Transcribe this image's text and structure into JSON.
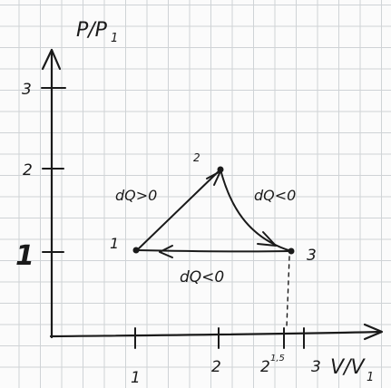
{
  "axes": {
    "y_label": "P/P",
    "y_label_sub": "1",
    "x_label": "V/V",
    "x_label_sub": "1",
    "x_ticks": [
      "1",
      "2",
      "2",
      "3"
    ],
    "x_tick_sup": "1,5",
    "y_ticks": [
      "1",
      "2",
      "3"
    ]
  },
  "points": [
    {
      "label": "1",
      "V": 1,
      "P": 1
    },
    {
      "label": "2",
      "V": 2,
      "P": 2
    },
    {
      "label": "3",
      "V": 2.87,
      "P": 1
    }
  ],
  "processes": [
    {
      "from": "1",
      "to": "2",
      "label": "dQ>0"
    },
    {
      "from": "2",
      "to": "3",
      "label": "dQ<0"
    },
    {
      "from": "3",
      "to": "1",
      "label": "dQ<0"
    }
  ],
  "colors": {
    "ink": "#1a1a1a",
    "grid": "#cfd3d6",
    "paper": "#fbfbfb"
  }
}
